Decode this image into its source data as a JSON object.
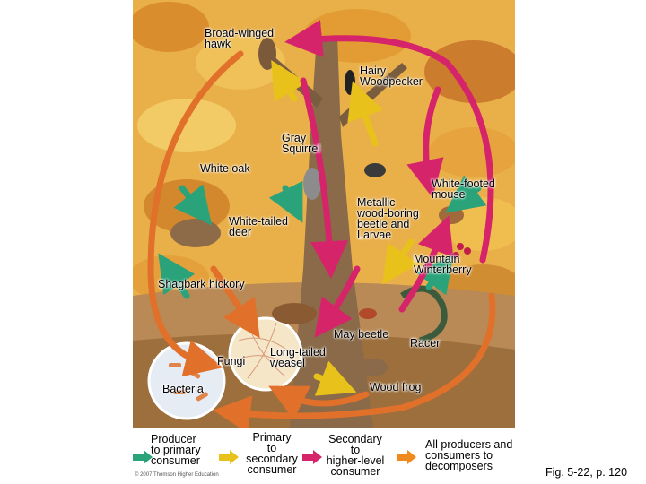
{
  "organisms": {
    "hawk": "Broad-winged\nhawk",
    "woodpecker": "Hairy\nWoodpecker",
    "squirrel": "Gray\nSquirrel",
    "oak": "White oak",
    "mouse": "White-footed\nmouse",
    "beetle": "Metallic\nwood-boring\nbeetle and\nLarvae",
    "deer": "White-tailed\ndeer",
    "winterberry": "Mountain\nWinterberry",
    "hickory": "Shagbark hickory",
    "may_beetle": "May beetle",
    "racer": "Racer",
    "fungi": "Fungi",
    "weasel": "Long-tailed\nweasel",
    "bacteria": "Bacteria",
    "frog": "Wood frog"
  },
  "legend": [
    {
      "label": "Producer\nto primary\nconsumer",
      "color": "#2aa37a"
    },
    {
      "label": "Primary\nto\nsecondary\nconsumer",
      "color": "#e8c21a"
    },
    {
      "label": "Secondary\nto\nhigher-level\nconsumer",
      "color": "#d6246b"
    },
    {
      "label": "All producers and\nconsumers to\ndecomposers",
      "color": "#f08a1e"
    }
  ],
  "caption": "Fig. 5-22, p. 120",
  "copyright": "© 2007 Thomson Higher Education"
}
